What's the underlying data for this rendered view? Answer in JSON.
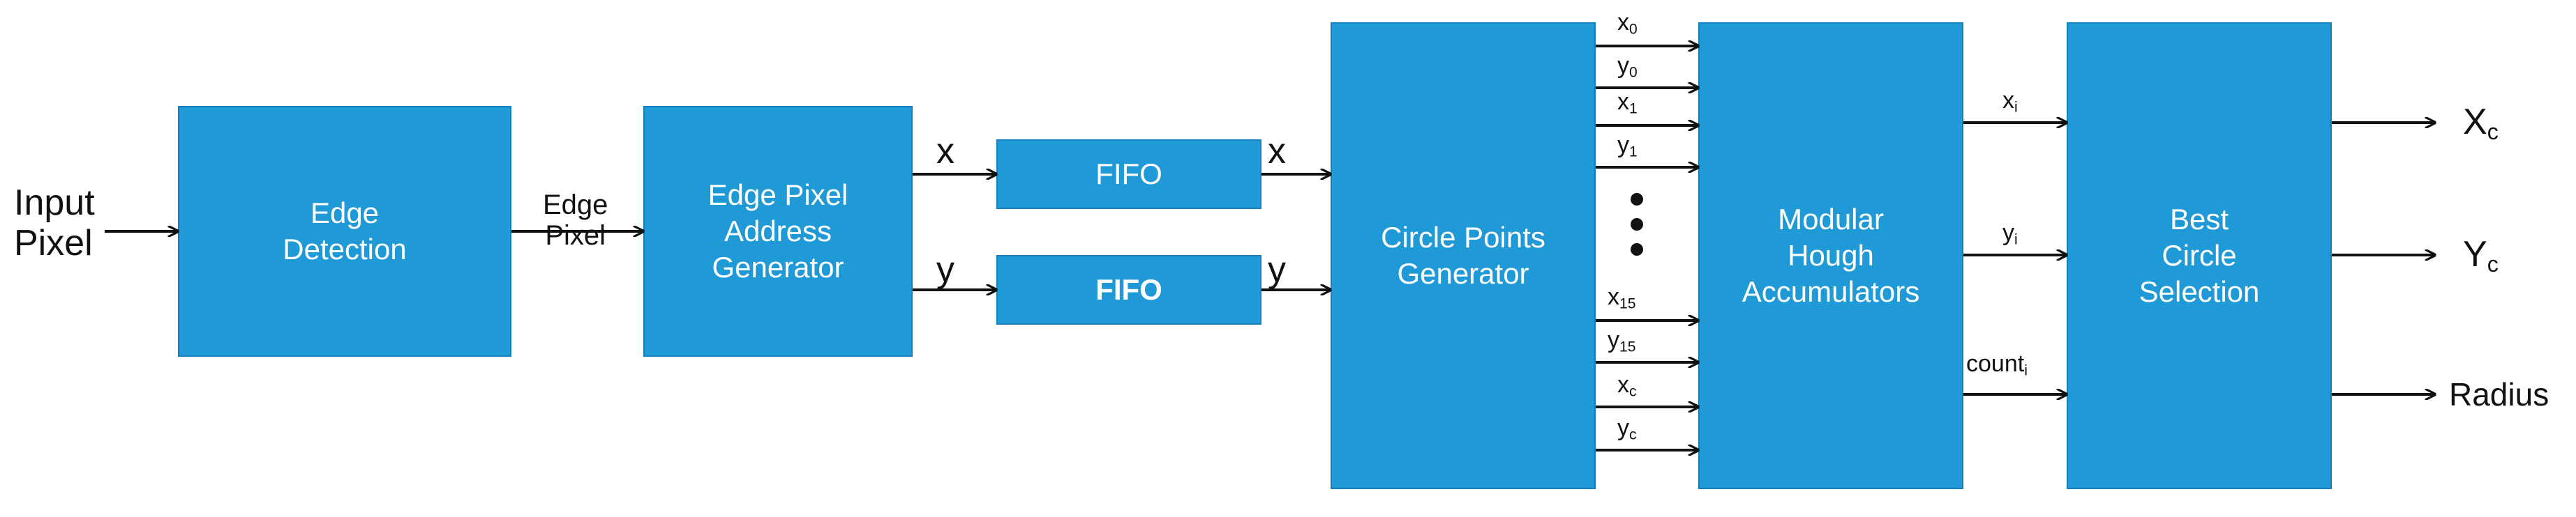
{
  "blocks": {
    "edge_detection": [
      "Edge",
      "Detection"
    ],
    "address_generator": [
      "Edge Pixel",
      "Address",
      "Generator"
    ],
    "fifo_x": [
      "FIFO"
    ],
    "fifo_y": [
      "FIFO"
    ],
    "circle_points_generator": [
      "Circle Points",
      "Generator"
    ],
    "hough_accumulators": [
      "Modular",
      "Hough",
      "Accumulators"
    ],
    "best_circle_selection": [
      "Best",
      "Circle",
      "Selection"
    ]
  },
  "labels": {
    "input": [
      "Input",
      "Pixel"
    ],
    "edge_pixel": [
      "Edge",
      "Pixel"
    ],
    "x": "x",
    "y": "y",
    "gen_outputs": [
      {
        "base": "x",
        "sub": "0"
      },
      {
        "base": "y",
        "sub": "0"
      },
      {
        "base": "x",
        "sub": "1"
      },
      {
        "base": "y",
        "sub": "1"
      },
      {
        "base": "x",
        "sub": "15"
      },
      {
        "base": "y",
        "sub": "15"
      },
      {
        "base": "x",
        "sub": "c"
      },
      {
        "base": "y",
        "sub": "c"
      }
    ],
    "acc_outputs": [
      {
        "base": "x",
        "sub": "i"
      },
      {
        "base": "y",
        "sub": "i"
      },
      {
        "base": "count",
        "sub": "i"
      }
    ],
    "final_outputs": [
      {
        "base": "X",
        "sub": "c"
      },
      {
        "base": "Y",
        "sub": "c"
      },
      {
        "base": "Radius",
        "sub": ""
      }
    ]
  },
  "colors": {
    "block_fill": "#1f9ad7",
    "block_border": "#1580bb",
    "arrow": "#111111",
    "text_on_block": "#ffffff"
  },
  "icons": {
    "ellipsis": "vertical-dots-icon"
  }
}
